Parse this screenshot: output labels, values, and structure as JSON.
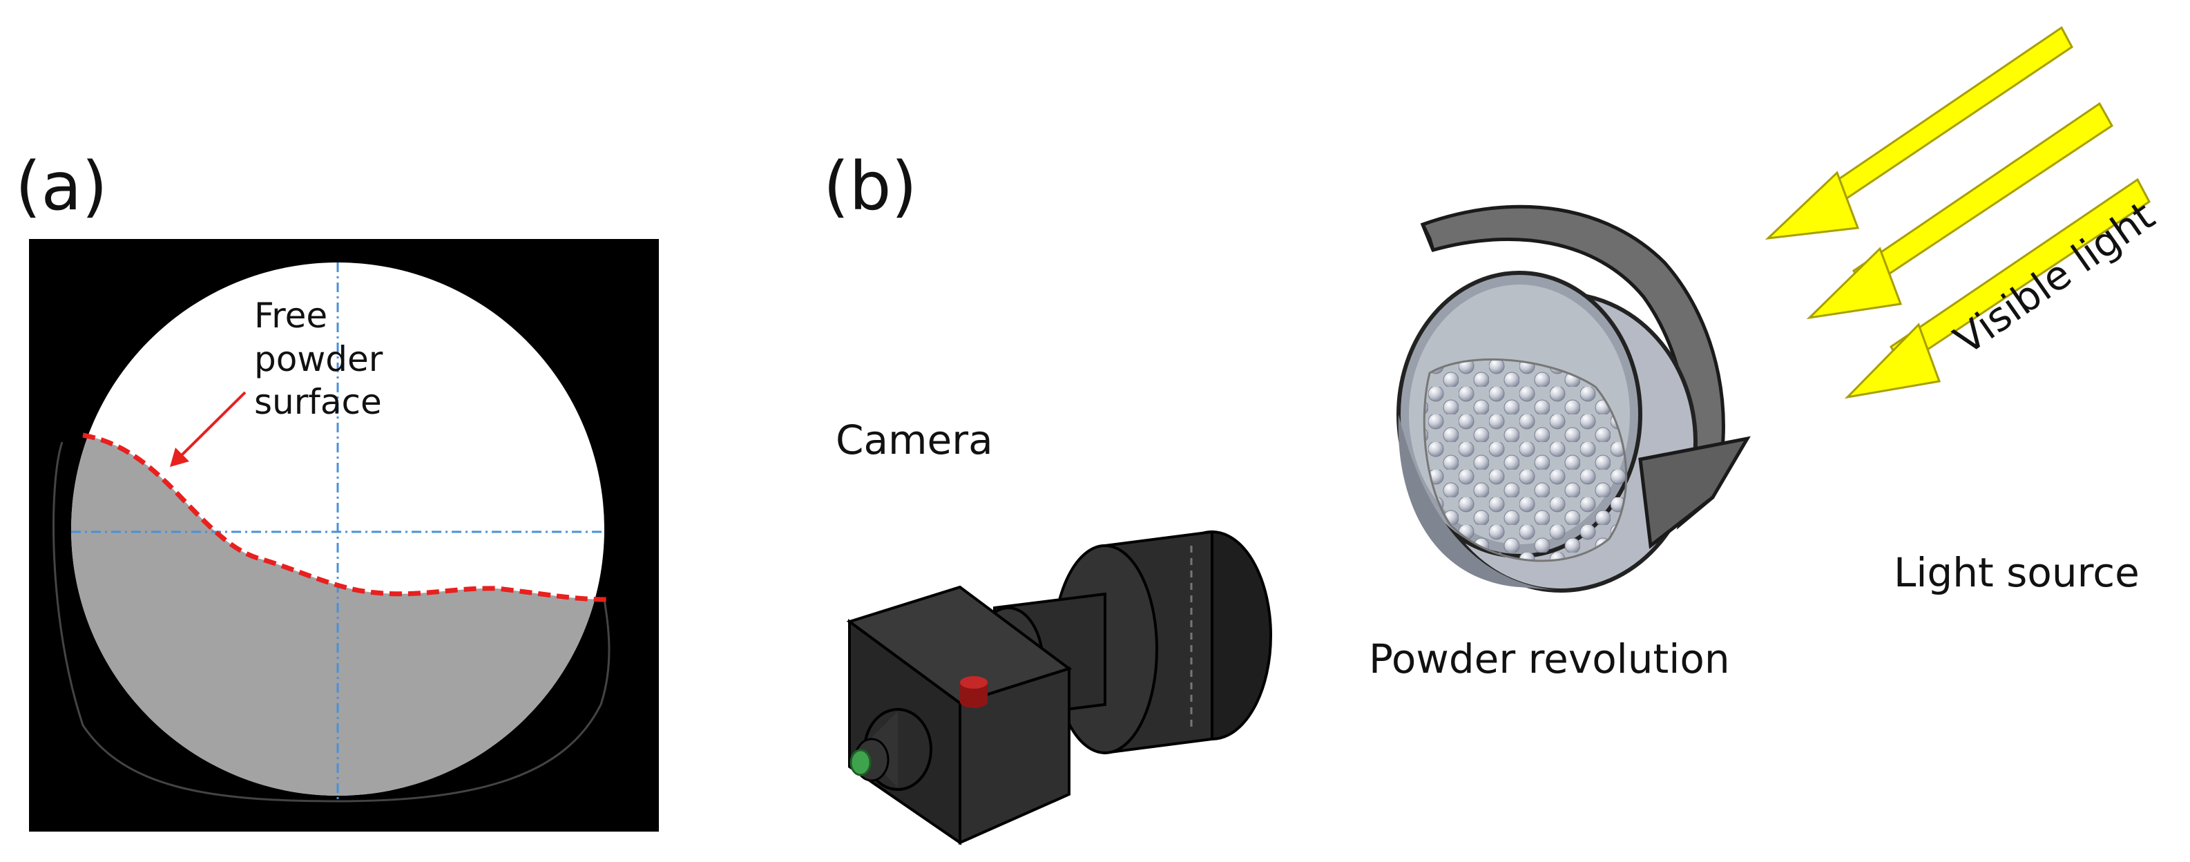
{
  "panel_a": {
    "tag": "(a)",
    "annotation_lines": [
      "Free",
      "powder",
      "surface"
    ]
  },
  "panel_b": {
    "tag": "(b)",
    "camera_label": "Camera",
    "drum_label": "Powder revolution",
    "light_label": "Visible light",
    "light_source_label": "Light source"
  },
  "colors": {
    "frame": "#000000",
    "powder": "#a3a3a3",
    "free_region": "#ffffff",
    "surface_trace": "#e8201e",
    "guide_lines": "#4a90d9",
    "camera_body": "#2a2a2a",
    "button_red": "#b31b1b",
    "button_green": "#3fa34d",
    "light_arrow": "#ffff00"
  }
}
